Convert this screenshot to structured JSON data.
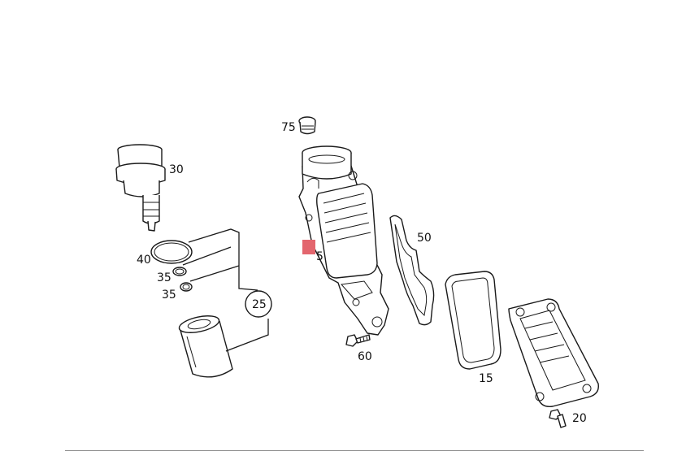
{
  "colors": {
    "line": "#1a1a1a",
    "marker": "#e3666e",
    "rule": "#8c8c8c"
  },
  "labels": {
    "p75": "75",
    "p30": "30",
    "p50": "50",
    "p5": "5",
    "p40": "40",
    "p35a": "35",
    "p35b": "35",
    "p25": "25",
    "p60": "60",
    "p15": "15",
    "p20": "20"
  }
}
